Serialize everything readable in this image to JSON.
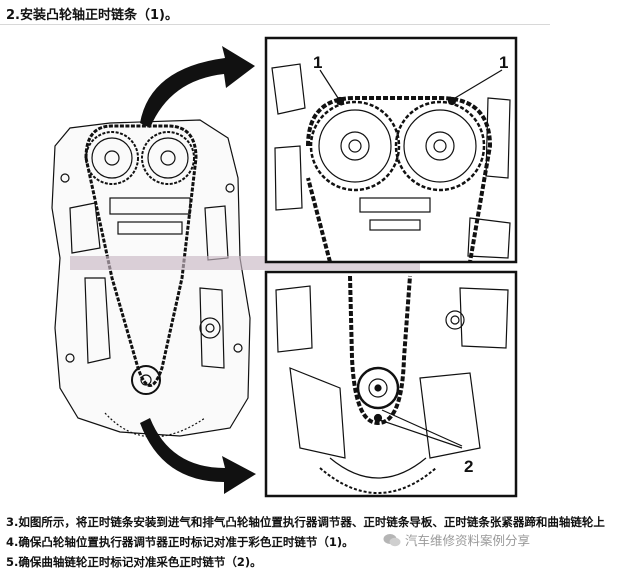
{
  "document": {
    "heading": "2.安装凸轮轴正时链条（1)。",
    "callouts": {
      "label_a": "1",
      "label_b": "1",
      "label_c": "2"
    },
    "steps": [
      "3.如图所示，将正时链条安装到进气和排气凸轮轴位置执行器调节器、正时链条导板、正时链条张紧器蹄和曲轴链轮上",
      "4.确保凸轮轴位置执行器调节器正时标记对准于彩色正时链节（1)。",
      "5.确保曲轴链轮正时标记对准采色正时链节（2)。"
    ],
    "watermark": "汽车维修资料案例分享"
  },
  "colors": {
    "ink": "#111111",
    "rule": "#d8d8d8",
    "watermark": "#9a9a9a"
  }
}
